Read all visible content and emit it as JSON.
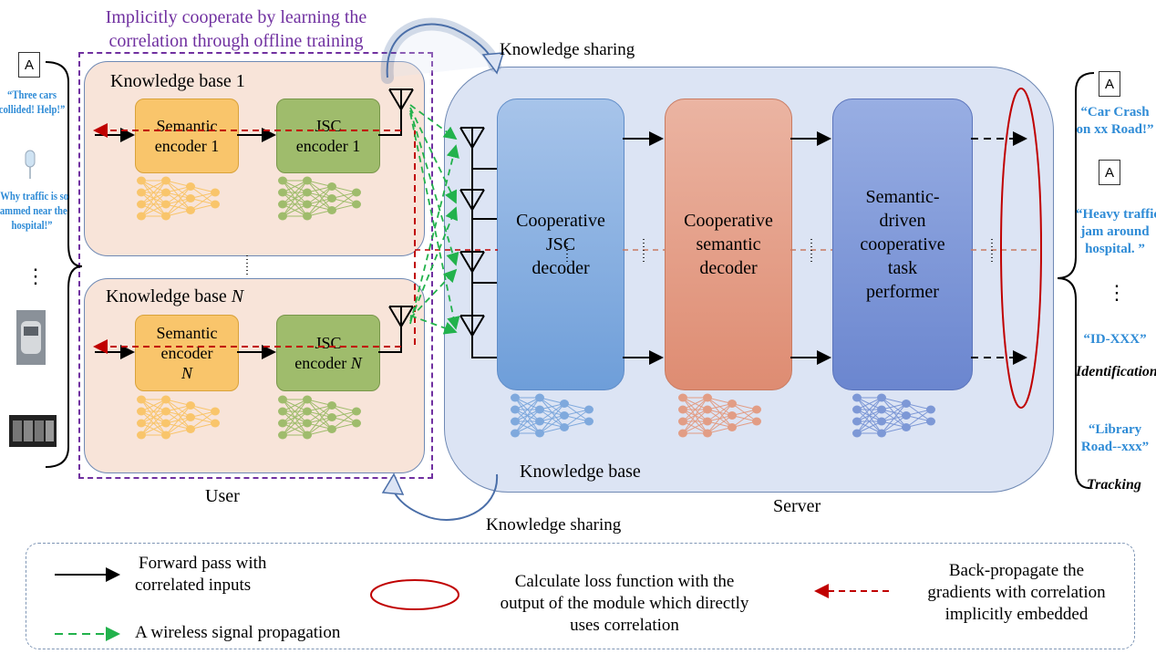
{
  "top_note": [
    "Implicitly cooperate by learning the",
    "correlation through offline training"
  ],
  "knowledge_sharing_top": "Knowledge sharing",
  "knowledge_sharing_bottom": "Knowledge sharing",
  "kb1": {
    "title": "Knowledge base 1",
    "sem_enc": [
      "Semantic",
      "encoder 1"
    ],
    "jsc_enc": [
      "JSC",
      "encoder 1"
    ]
  },
  "kbn": {
    "title_prefix": "Knowledge base ",
    "title_var": "N",
    "sem_enc": [
      "Semantic",
      "encoder",
      "N"
    ],
    "jsc_enc_line1": "JSC",
    "jsc_enc_line2": "encoder ",
    "jsc_var": "N"
  },
  "user_label": "User",
  "server_label": "Server",
  "server_kb_label": "Knowledge base",
  "modules": {
    "jsc_decoder": [
      "Cooperative",
      "JSC",
      "decoder"
    ],
    "sem_decoder": [
      "Cooperative",
      "semantic",
      "decoder"
    ],
    "task_performer": [
      "Semantic-",
      "driven",
      "cooperative",
      "task",
      "performer"
    ]
  },
  "left_inputs": {
    "icon_letter": "A",
    "quote1": [
      "“Three cars",
      "collided! Help!”"
    ],
    "quote2": [
      "“Why traffic is so",
      "jammed near the",
      "hospital!”"
    ],
    "ellipsis": "⋮"
  },
  "right_outputs": {
    "icon_letter": "A",
    "quote1": [
      "“Car Crash",
      "on xx Road!”"
    ],
    "quote2": [
      "“Heavy traffic",
      "jam around",
      "hospital. ”"
    ],
    "ellipsis": "⋮",
    "quote3": "“ID-XXX”",
    "label3": "Identification",
    "quote4": [
      "“Library",
      "Road--xxx”"
    ],
    "label4": "Tracking"
  },
  "legend": {
    "forward": [
      "Forward pass with",
      "correlated inputs"
    ],
    "wireless": "A wireless signal propagation",
    "loss": [
      "Calculate loss function with the",
      "output of the module which directly",
      "uses correlation"
    ],
    "backprop": [
      "Back-propagate the",
      "gradients with correlation",
      "implicitly embedded"
    ]
  },
  "colors": {
    "purple": "#7030a0",
    "green": "#22b24c",
    "red": "#c00000",
    "orange_box": "#f9c56b",
    "green_box": "#9fbc6c",
    "blue_module": "#7fa9dd",
    "salmon_module": "#e29d85",
    "indigo_module": "#7d98d6"
  }
}
